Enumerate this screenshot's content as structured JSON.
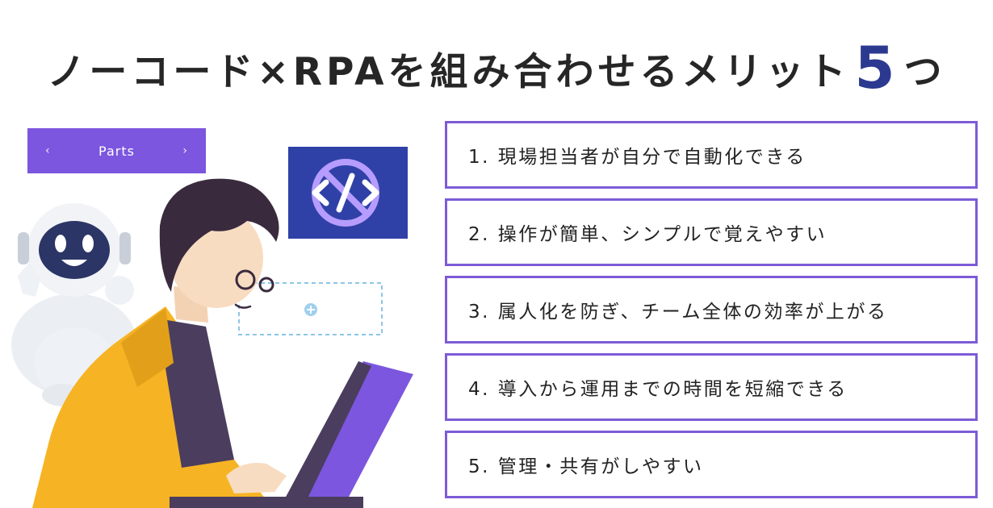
{
  "title": {
    "before": "ノーコード×RPAを組み合わせるメリット",
    "number": "5",
    "after": "つ"
  },
  "parts_bar": {
    "prev": "‹",
    "label": "Parts",
    "next": "›"
  },
  "merits": [
    "1. 現場担当者が自分で自動化できる",
    "2. 操作が簡単、シンプルで覚えやすい",
    "3. 属人化を防ぎ、チーム全体の効率が上がる",
    "4. 導入から運用までの時間を短縮できる",
    "5. 管理・共有がしやすい"
  ],
  "icons": [
    "no-code-icon",
    "plus-icon",
    "robot-icon",
    "person-illustration",
    "laptop-illustration"
  ],
  "colors": {
    "accent_purple": "#7d5bd6",
    "title_number": "#2b3990",
    "code_tile": "#2f41a6",
    "jacket": "#f6b323",
    "robot_face": "#2b3566"
  }
}
